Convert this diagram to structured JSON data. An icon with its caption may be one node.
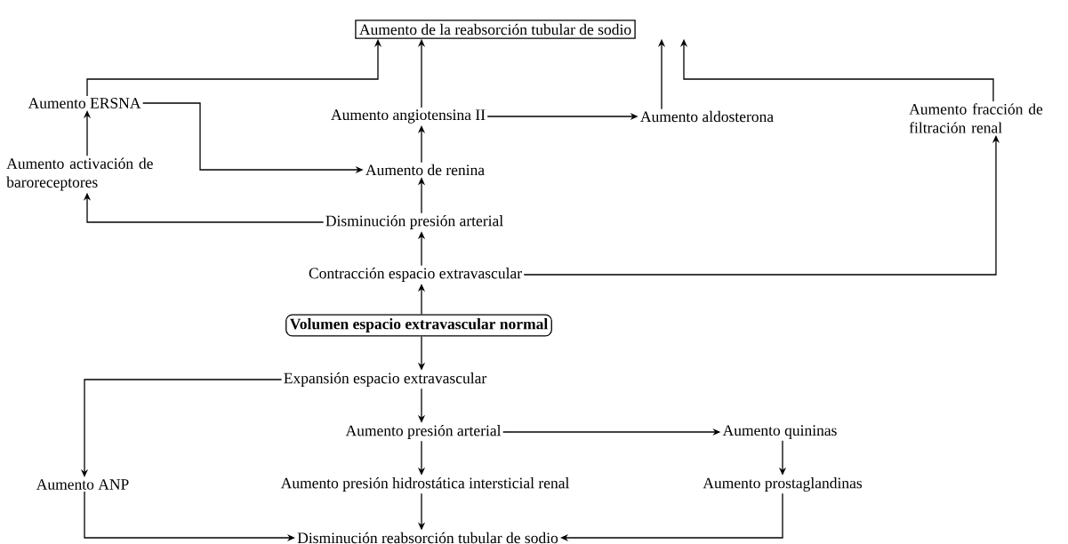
{
  "diagram": {
    "nodes": [
      {
        "text": [
          "Aumento de la reabsorción tubular de sodio"
        ]
      },
      {
        "text": [
          "Aumento ERSNA"
        ]
      },
      {
        "text": [
          "Aumento angiotensina II"
        ]
      },
      {
        "text": [
          "Aumento aldosterona"
        ]
      },
      {
        "text": [
          "Aumento fracción de filtración renal"
        ]
      },
      {
        "text": [
          "Aumento activación de baroreceptores"
        ]
      },
      {
        "text": [
          "Aumento de renina"
        ]
      },
      {
        "text": [
          "Disminución presión arterial"
        ]
      },
      {
        "text": [
          "Contracción espacio extravascular"
        ]
      },
      {
        "text": [
          "Volumen espacio extravascular normal"
        ]
      },
      {
        "text": [
          "Expansión espacio extravascular"
        ]
      },
      {
        "text": [
          "Aumento ANP"
        ]
      },
      {
        "text": [
          "Aumento presión arterial"
        ]
      },
      {
        "text": [
          "Aumento quininas"
        ]
      },
      {
        "text": [
          "Aumento presión hidrostática intersticial renal"
        ]
      },
      {
        "text": [
          "Aumento prostaglandinas"
        ]
      },
      {
        "text": [
          "Disminución reabsorción tubular de sodio"
        ]
      }
    ],
    "edges": [
      {
        "from": 1,
        "to": 0,
        "arrow": "to"
      },
      {
        "from": 2,
        "to": 0,
        "arrow": "to"
      },
      {
        "from": 3,
        "to": 0,
        "arrow": "to"
      },
      {
        "from": 4,
        "to": 0,
        "arrow": "to"
      },
      {
        "from": 1,
        "to": 6,
        "arrow": "to"
      },
      {
        "from": 5,
        "to": 1,
        "arrow": "to"
      },
      {
        "from": 2,
        "to": 3,
        "arrow": "to"
      },
      {
        "from": 6,
        "to": 2,
        "arrow": "to"
      },
      {
        "from": 7,
        "to": 6,
        "arrow": "to"
      },
      {
        "from": 8,
        "to": 7,
        "arrow": "to"
      },
      {
        "from": 8,
        "to": 4,
        "arrow": "to"
      },
      {
        "from": 7,
        "to": 5,
        "arrow": "to"
      },
      {
        "from": 9,
        "to": 8,
        "arrow": "to"
      },
      {
        "from": 9,
        "to": 10,
        "arrow": "to"
      },
      {
        "from": 10,
        "to": 11,
        "arrow": "to"
      },
      {
        "from": 10,
        "to": 12,
        "arrow": "to"
      },
      {
        "from": 12,
        "to": 13,
        "arrow": "to"
      },
      {
        "from": 12,
        "to": 14,
        "arrow": "to"
      },
      {
        "from": 13,
        "to": 15,
        "arrow": "to"
      },
      {
        "from": 14,
        "to": 16,
        "arrow": "to"
      },
      {
        "from": 11,
        "to": 16,
        "arrow": "to"
      },
      {
        "from": 15,
        "to": 16,
        "arrow": "to"
      }
    ]
  }
}
